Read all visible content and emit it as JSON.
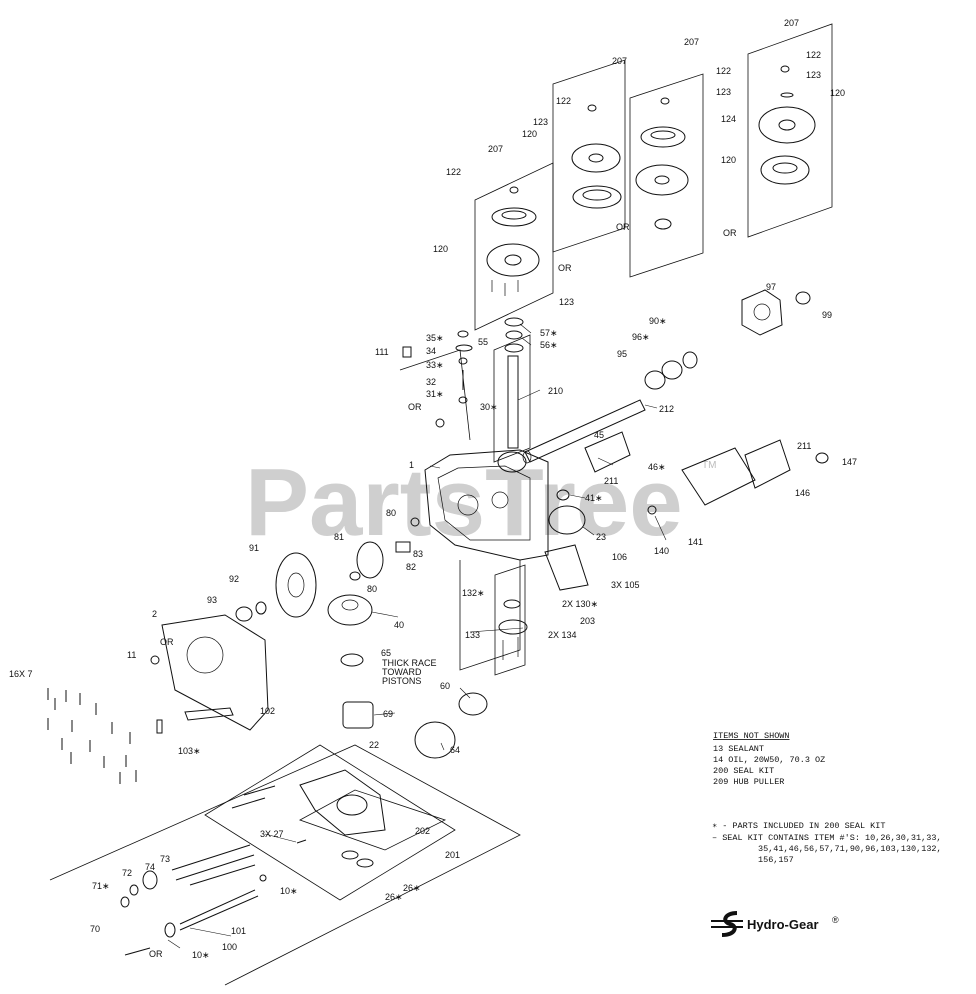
{
  "watermark": "PartsTree",
  "watermark_tm": "TM",
  "brand": {
    "name": "Hydro-Gear",
    "reg": "®"
  },
  "items_not_shown": {
    "title": "ITEMS NOT SHOWN",
    "lines": [
      "13 SEALANT",
      "14 OIL, 20W50, 70.3 OZ",
      "200 SEAL KIT",
      "209 HUB PULLER"
    ]
  },
  "seal_kit_notes": {
    "line1": "∗ - PARTS INCLUDED IN 200 SEAL KIT",
    "line2": "– SEAL KIT CONTAINS ITEM #'S: 10,26,30,31,33,",
    "line3": "35,41,46,56,57,71,90,96,103,130,132,",
    "line4": "156,157"
  },
  "thick_race_note": [
    "THICK RACE",
    "TOWARD",
    "PISTONS"
  ],
  "callouts": {
    "c207a": "207",
    "c207b": "207",
    "c207c": "207",
    "c207d": "207",
    "c122a": "122",
    "c122b": "122",
    "c122c": "122",
    "c122d": "122",
    "c123a": "123",
    "c123b": "123",
    "c123c": "123",
    "c123d": "123",
    "c120a": "120",
    "c120b": "120",
    "c120c": "120",
    "c120d": "120",
    "c124": "124",
    "cOR1": "OR",
    "cOR2": "OR",
    "cOR3": "OR",
    "cOR4": "OR",
    "cOR5": "OR",
    "cOR6": "OR",
    "c97": "97",
    "c99": "99",
    "c90": "90∗",
    "c96": "96∗",
    "c95": "95",
    "c57": "57∗",
    "c56": "56∗",
    "c55": "55",
    "c210": "210",
    "c212": "212",
    "c35": "35∗",
    "c34": "34",
    "c33": "33∗",
    "c32": "32",
    "c31": "31∗",
    "c30": "30∗",
    "c111": "111",
    "c1": "1",
    "c45": "45",
    "c46": "46∗",
    "c211a": "211",
    "c211b": "211",
    "c147": "147",
    "c146": "146",
    "c41": "41∗",
    "c23": "23",
    "c140": "140",
    "c141": "141",
    "c80a": "80",
    "c80b": "80",
    "c81": "81",
    "c83": "83",
    "c82": "82",
    "c91": "91",
    "c92": "92",
    "c93": "93",
    "c2": "2",
    "c11": "11",
    "c40": "40",
    "c106": "106",
    "c105": "3X 105",
    "c130": "2X 130∗",
    "c132": "132∗",
    "c203": "203",
    "c133": "133",
    "c134": "2X 134",
    "c65": "65",
    "c60": "60",
    "c69": "69",
    "c64": "64",
    "c16x7": "16X 7",
    "c102": "102",
    "c103": "103∗",
    "c22": "22",
    "c27": "3X 27",
    "c202": "202",
    "c201": "201",
    "c26a": "26∗",
    "c26b": "26∗",
    "c73": "73",
    "c74": "74",
    "c72": "72",
    "c71": "71∗",
    "c70": "70",
    "c10a": "10∗",
    "c10b": "10∗",
    "c101": "101",
    "c100": "100"
  }
}
